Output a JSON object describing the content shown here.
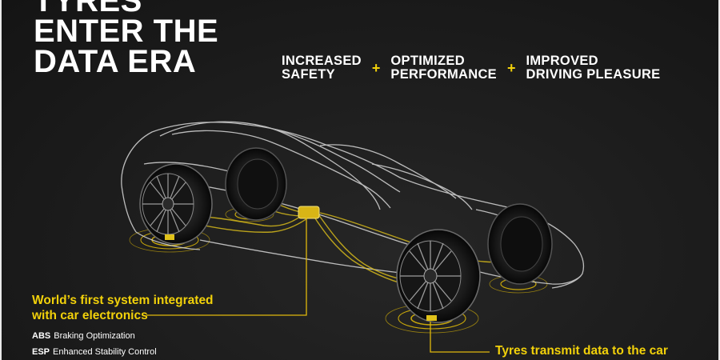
{
  "headline": [
    "TYRES",
    "ENTER THE",
    "DATA ERA"
  ],
  "benefits": [
    {
      "line1": "INCREASED",
      "line2": "SAFETY"
    },
    {
      "line1": "OPTIMIZED",
      "line2": "PERFORMANCE"
    },
    {
      "line1": "IMPROVED",
      "line2": "DRIVING PLEASURE"
    }
  ],
  "plus_sign": "+",
  "callout": {
    "title_line1": "World’s first system integrated",
    "title_line2": "with car electronics",
    "specs": [
      {
        "abbr": "ABS",
        "label": "Braking Optimization"
      },
      {
        "abbr": "ESP",
        "label": "Enhanced Stability Control"
      }
    ]
  },
  "transmit_label": "Tyres transmit data to the car",
  "colors": {
    "accent": "#f2d10a",
    "background": "#1b1b1b",
    "text": "#ffffff"
  }
}
